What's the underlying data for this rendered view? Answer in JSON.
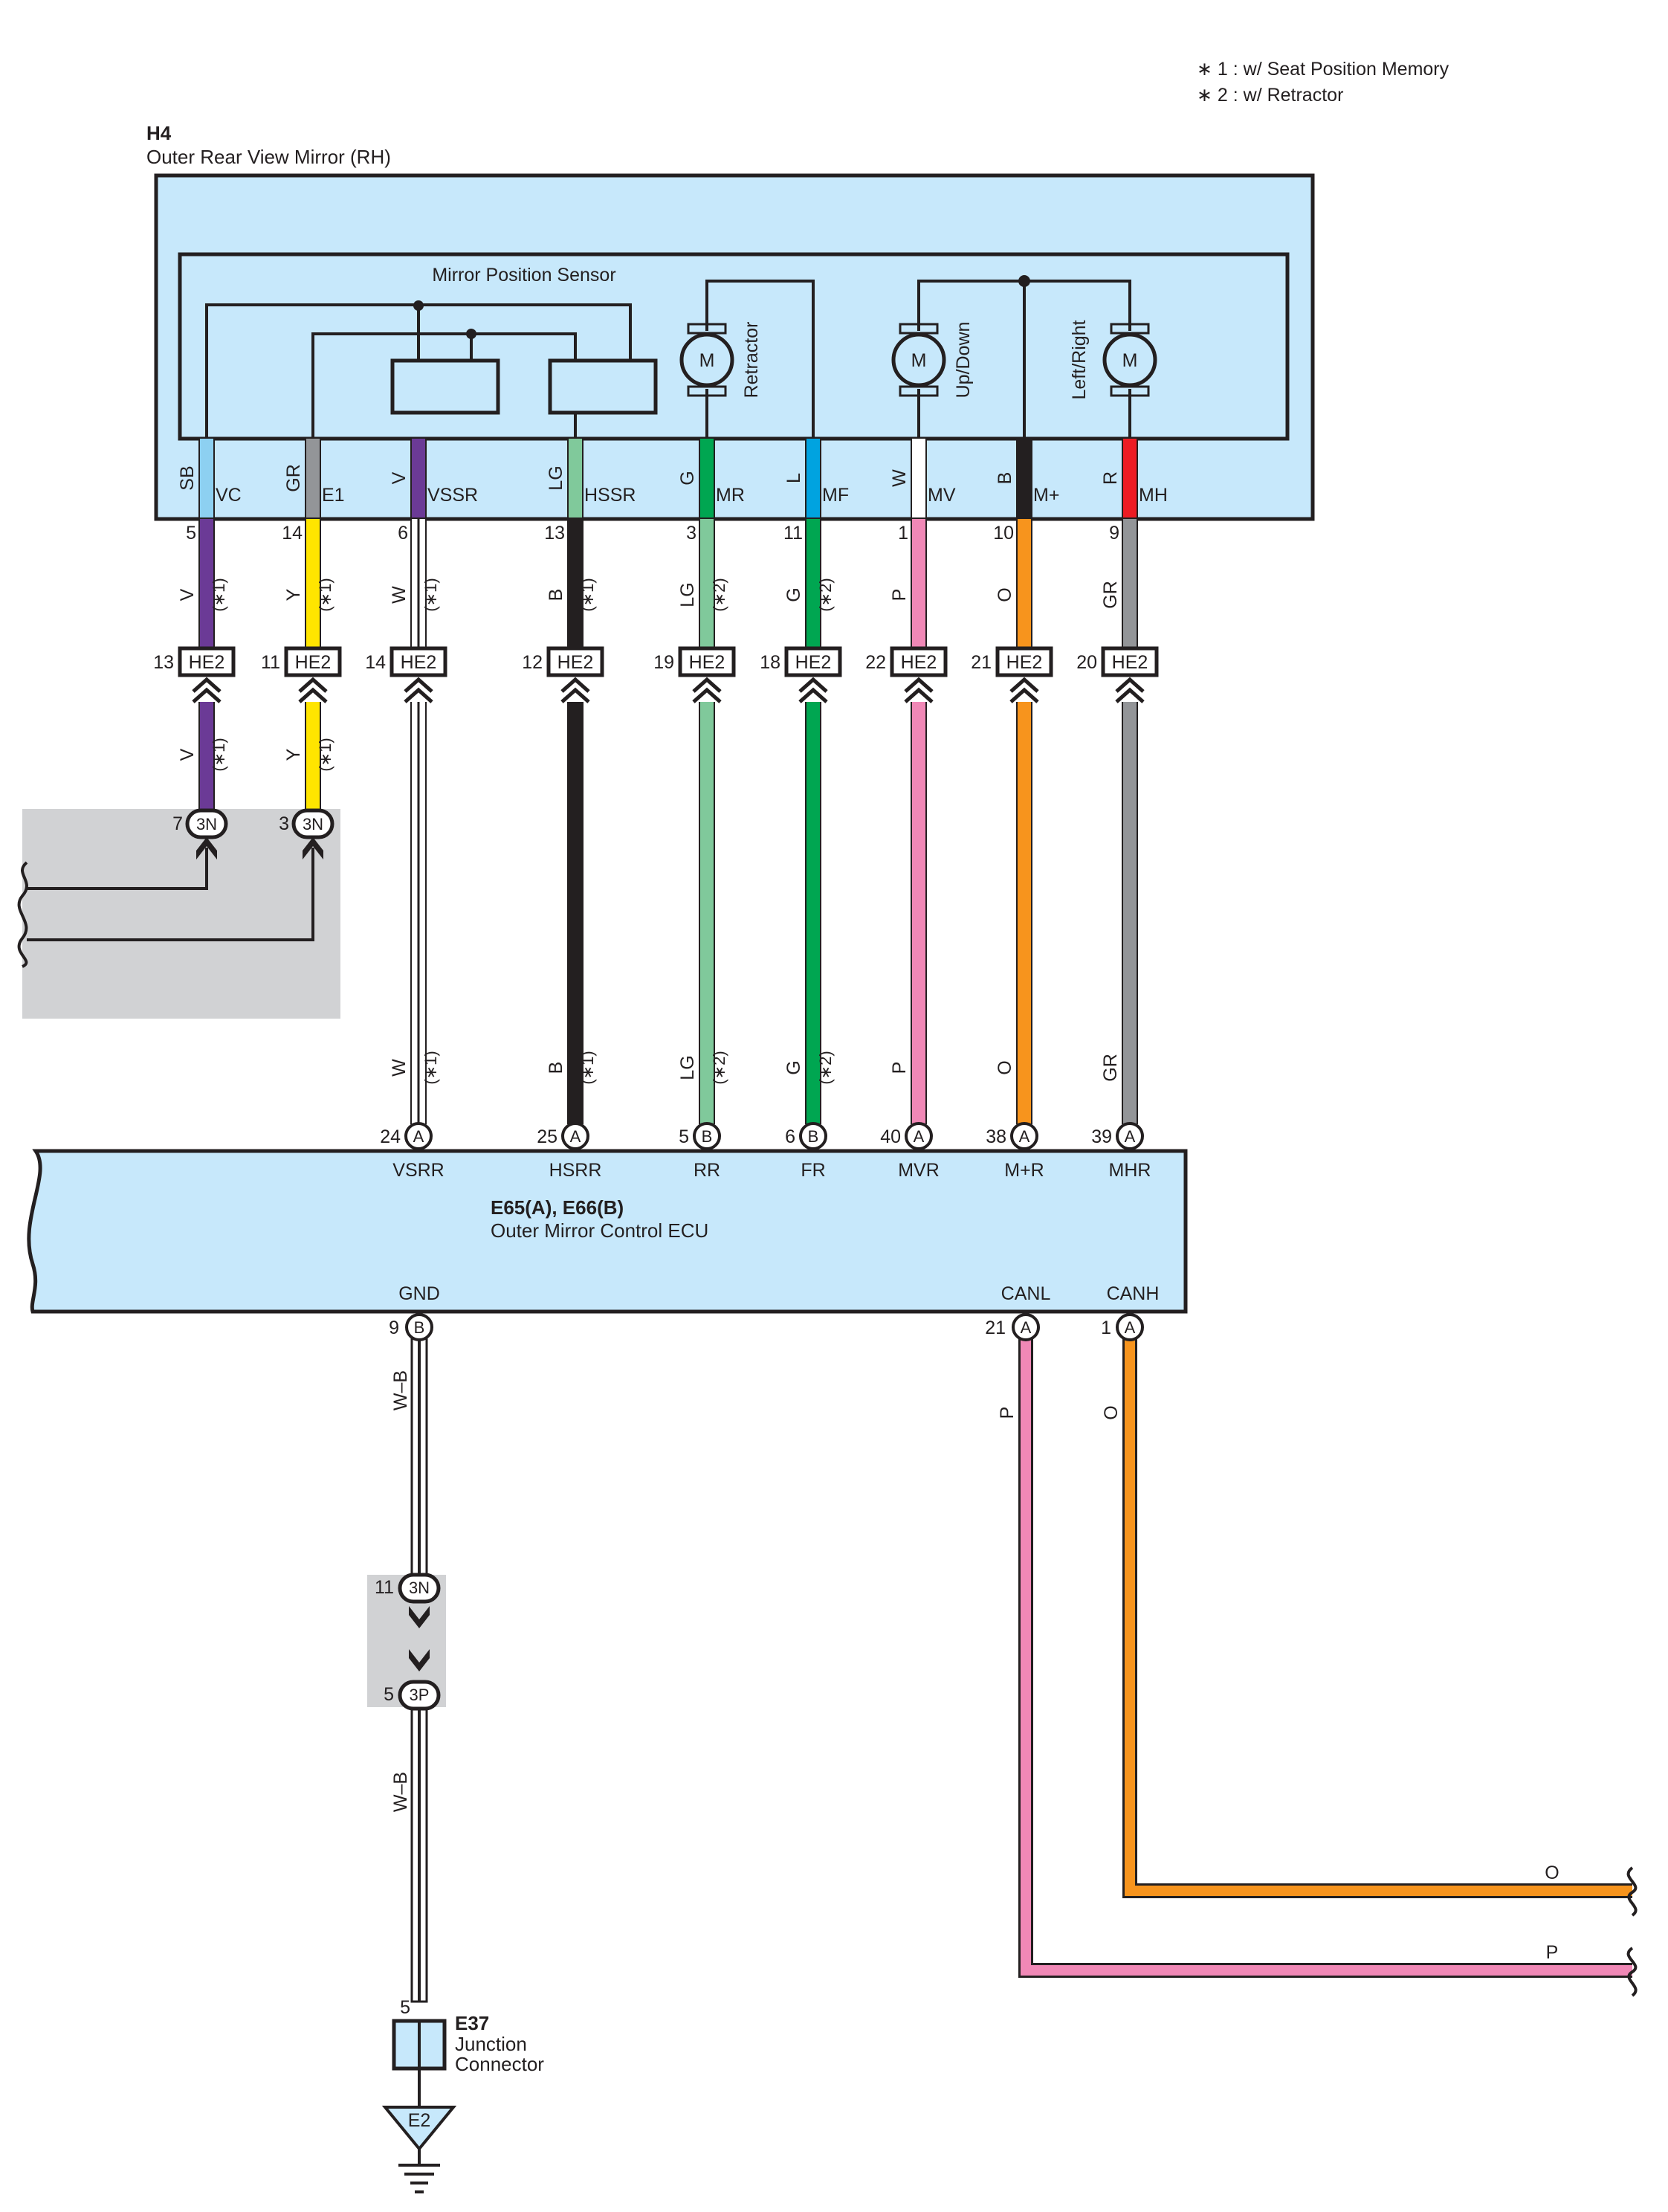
{
  "notes": [
    "∗ 1 : w/ Seat Position Memory",
    "∗ 2 : w/ Retractor"
  ],
  "mirror": {
    "code": "H4",
    "name": "Outer Rear View Mirror (RH)",
    "sensor_label": "Mirror Position Sensor",
    "motor_letter": "M",
    "motors": [
      "Retractor",
      "Up/Down",
      "Left/Right"
    ]
  },
  "wires": [
    {
      "code": "SB",
      "term": "VC",
      "pin": "5",
      "low_code": "V",
      "low_note": "(∗1)",
      "hpin": "13",
      "code3": "V",
      "note3": "(∗1)",
      "apin": "",
      "epin": "",
      "elet": "",
      "eterm": "",
      "top_color": "#8dd0f1",
      "low_color": "#6b3a96"
    },
    {
      "code": "GR",
      "term": "E1",
      "pin": "14",
      "low_code": "Y",
      "low_note": "(∗1)",
      "hpin": "11",
      "code3": "Y",
      "note3": "(∗1)",
      "apin": "",
      "epin": "",
      "elet": "",
      "eterm": "",
      "top_color": "#939598",
      "low_color": "#ffe500"
    },
    {
      "code": "V",
      "term": "VSSR",
      "pin": "6",
      "low_code": "W",
      "low_note": "(∗1)",
      "hpin": "14",
      "code3": "W",
      "note3": "(∗1)",
      "apin": "",
      "epin": "24",
      "elet": "A",
      "eterm": "VSRR",
      "top_color": "#6b3a96",
      "low_color": "#ffffff"
    },
    {
      "code": "LG",
      "term": "HSSR",
      "pin": "13",
      "low_code": "B",
      "low_note": "(∗1)",
      "hpin": "12",
      "code3": "B",
      "note3": "(∗1)",
      "apin": "",
      "epin": "25",
      "elet": "A",
      "eterm": "HSRR",
      "top_color": "#80c99b",
      "low_color": "#231f20"
    },
    {
      "code": "G",
      "term": "MR",
      "pin": "3",
      "low_code": "LG",
      "low_note": "(∗2)",
      "hpin": "19",
      "code3": "LG",
      "note3": "(∗2)",
      "apin": "",
      "epin": "5",
      "elet": "B",
      "eterm": "RR",
      "top_color": "#00a651",
      "low_color": "#80c99b"
    },
    {
      "code": "L",
      "term": "MF",
      "pin": "11",
      "low_code": "G",
      "low_note": "(∗2)",
      "hpin": "18",
      "code3": "G",
      "note3": "(∗2)",
      "apin": "",
      "epin": "6",
      "elet": "B",
      "eterm": "FR",
      "top_color": "#00a3e0",
      "low_color": "#00a651"
    },
    {
      "code": "W",
      "term": "MV",
      "pin": "1",
      "low_code": "P",
      "low_note": "",
      "hpin": "22",
      "code3": "P",
      "note3": "",
      "apin": "",
      "epin": "40",
      "elet": "A",
      "eterm": "MVR",
      "top_color": "#ffffff",
      "low_color": "#f088b6"
    },
    {
      "code": "B",
      "term": "M+",
      "pin": "10",
      "low_code": "O",
      "low_note": "",
      "hpin": "21",
      "code3": "O",
      "note3": "",
      "apin": "",
      "epin": "38",
      "elet": "A",
      "eterm": "M+R",
      "top_color": "#231f20",
      "low_color": "#f7941d"
    },
    {
      "code": "R",
      "term": "MH",
      "pin": "9",
      "low_code": "GR",
      "low_note": "",
      "hpin": "20",
      "code3": "GR",
      "note3": "",
      "apin": "",
      "epin": "39",
      "elet": "A",
      "eterm": "MHR",
      "top_color": "#ed1c24",
      "low_color": "#939598"
    }
  ],
  "connector_he2": "HE2",
  "connector_3n": {
    "label": "3N",
    "pins": [
      "7",
      "3"
    ]
  },
  "ecu": {
    "code": "E65(A), E66(B)",
    "name": "Outer Mirror Control ECU",
    "gnd": {
      "term": "GND",
      "pin": "9",
      "letter": "B",
      "wire": "W–B"
    },
    "canl": {
      "term": "CANL",
      "pin": "21",
      "letter": "A",
      "wire": "P"
    },
    "canh": {
      "term": "CANH",
      "pin": "1",
      "letter": "A",
      "wire": "O"
    }
  },
  "ground_splice": {
    "upper": {
      "label": "3N",
      "pin": "11"
    },
    "lower": {
      "label": "3P",
      "pin": "5"
    },
    "wire2": "W–B"
  },
  "junction": {
    "code": "E37",
    "line1": "Junction",
    "line2": "Connector",
    "pin": "5",
    "ground": "E2"
  },
  "bus_right": {
    "o_label": "O",
    "p_label": "P"
  }
}
